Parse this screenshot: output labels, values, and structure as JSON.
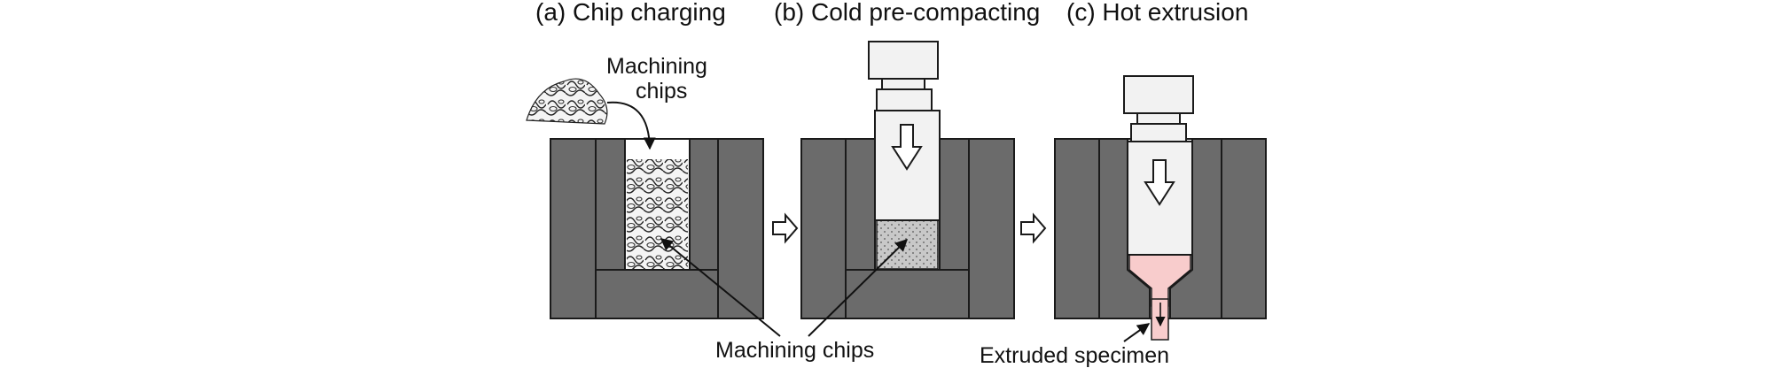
{
  "titles": {
    "a": "(a) Chip charging",
    "b": "(b) Cold pre-compacting",
    "c": "(c) Hot extrusion"
  },
  "labels": {
    "chips_line1": "Machining",
    "chips_line2": "chips",
    "machining_chips": "Machining chips",
    "extruded_specimen": "Extruded specimen"
  },
  "colors": {
    "die": "#6b6b6b",
    "outline": "#1a1a1a",
    "punch": "#f2f2f2",
    "compact": "#c8c8c8",
    "hot_material": "#f8cccc"
  }
}
